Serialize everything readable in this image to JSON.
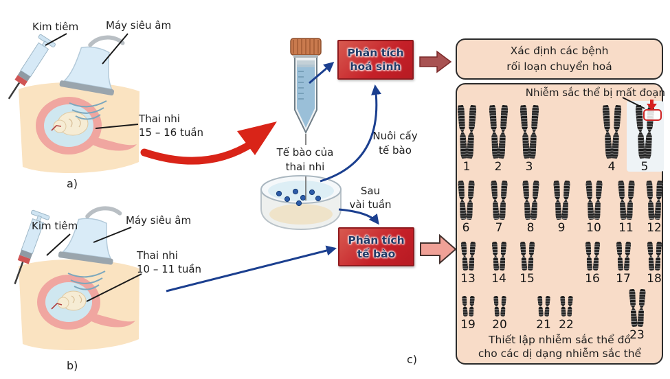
{
  "figure": {
    "panel_a": {
      "needle_label": "Kim tiêm",
      "ultrasound_label": "Máy siêu âm",
      "fetus_line1": "Thai nhi",
      "fetus_line2": "15 – 16 tuần",
      "caption": "a)"
    },
    "panel_b": {
      "needle_label": "Kim tiêm",
      "ultrasound_label": "Máy siêu âm",
      "fetus_line1": "Thai nhi",
      "fetus_line2": "10 – 11 tuần",
      "caption": "b)"
    },
    "middle": {
      "tube_label_line1": "Tế bào của",
      "tube_label_line2": "thai nhi",
      "culture_line1": "Nuôi cấy",
      "culture_line2": "tế bào",
      "weeks_line1": "Sau",
      "weeks_line2": "vài tuần",
      "biochem_box_line1": "Phân tích",
      "biochem_box_line2": "hoá sinh",
      "cell_box_line1": "Phân tích",
      "cell_box_line2": "tế bào",
      "caption": "c)"
    },
    "right": {
      "metabolic_line1": "Xác định các bệnh",
      "metabolic_line2": "rối loạn chuyển hoá",
      "deletion_label": "Nhiễm sắc thể bị mất đoạn",
      "karyotype_caption_line1": "Thiết lập nhiễm sắc thể đồ",
      "karyotype_caption_line2": "cho các dị dạng nhiễm sắc thể",
      "highlighted_chromosome": 5,
      "rows": [
        {
          "numbers": [
            1,
            2,
            3,
            4,
            5
          ]
        },
        {
          "numbers": [
            6,
            7,
            8,
            9,
            10,
            11,
            12
          ]
        },
        {
          "numbers": [
            13,
            14,
            15,
            16,
            17,
            18
          ]
        },
        {
          "numbers": [
            19,
            20,
            21,
            22,
            23
          ]
        }
      ]
    },
    "colors": {
      "process_box_red": "#c52028",
      "panel_peach": "#f8dcc8",
      "arrow_navy": "#1b3f8f",
      "arrow_red": "#d92418",
      "arrow_maroon": "#a85252",
      "arrow_pink": "#f0a197"
    }
  }
}
